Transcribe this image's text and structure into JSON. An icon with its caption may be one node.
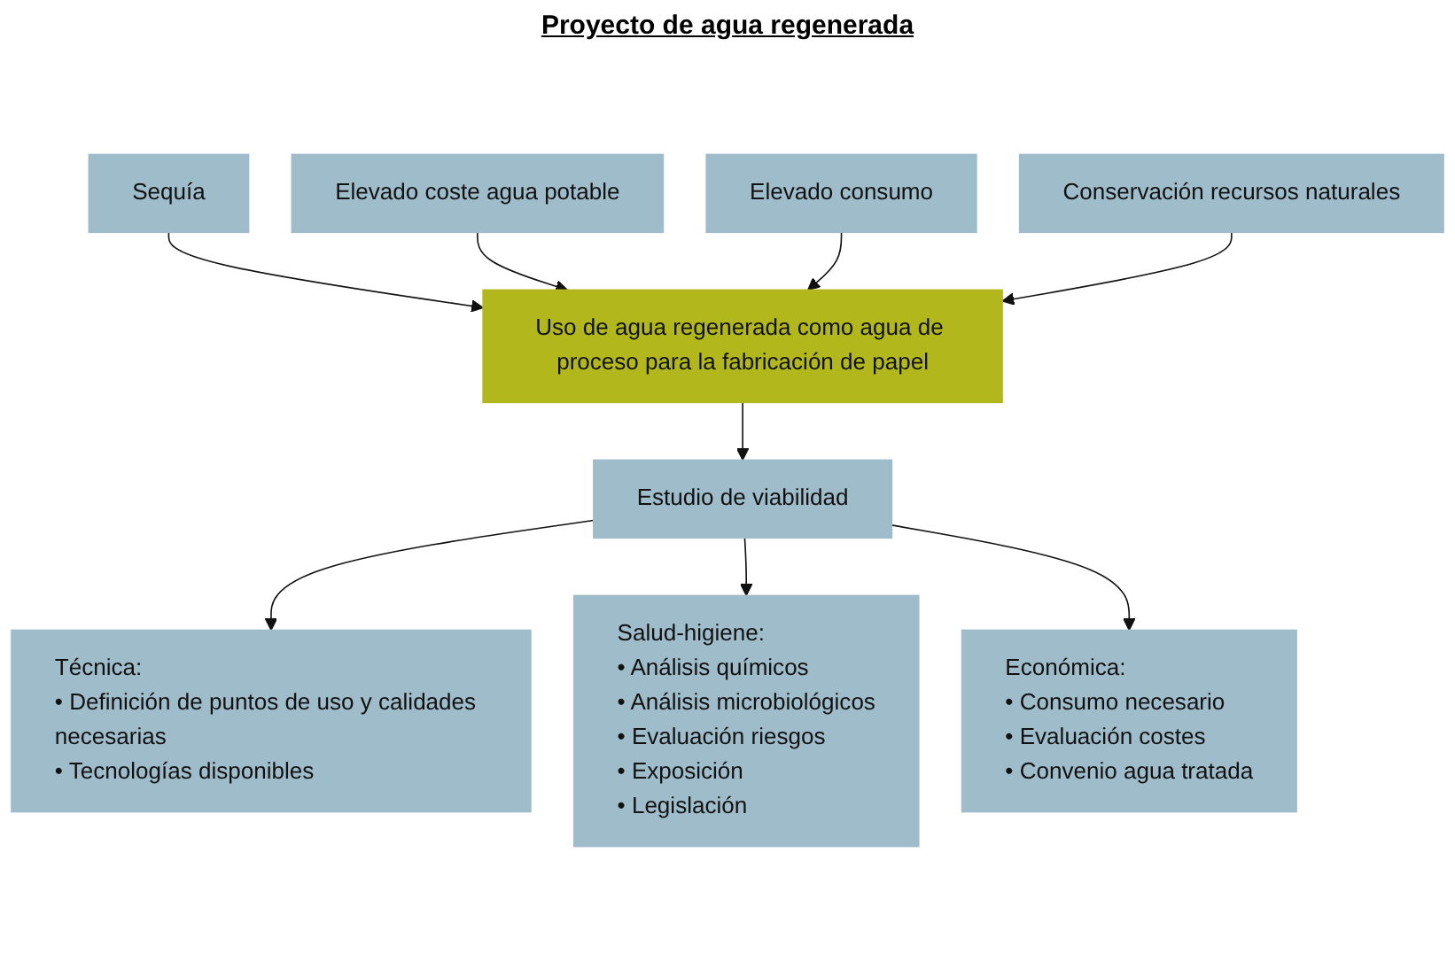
{
  "diagram": {
    "title": "Proyecto de agua regenerada",
    "nodes": [
      {
        "text": [
          "Sequía"
        ]
      },
      {
        "text": [
          "Elevado coste agua potable"
        ]
      },
      {
        "text": [
          "Elevado consumo"
        ]
      },
      {
        "text": [
          "Conservación recursos naturales"
        ]
      },
      {
        "text": [
          "Uso de agua regenerada como agua de proceso para la fabricación de papel"
        ]
      },
      {
        "text": [
          "Estudio de viabilidad"
        ]
      },
      {
        "text": [
          "Técnica:",
          "• Definición de puntos de uso y calidades necesarias",
          "• Tecnologías disponibles"
        ]
      },
      {
        "text": [
          "Salud-higiene:",
          "• Análisis químicos",
          "• Análisis microbiológicos",
          "• Evaluación riesgos",
          "• Exposición",
          "• Legislación"
        ]
      },
      {
        "text": [
          "Económica:",
          "• Consumo necesario",
          "• Evaluación costes",
          "• Convenio agua tratada"
        ]
      }
    ],
    "edges": [
      {
        "from": 0,
        "to": 4,
        "arrow": "to"
      },
      {
        "from": 1,
        "to": 4,
        "arrow": "to"
      },
      {
        "from": 2,
        "to": 4,
        "arrow": "to"
      },
      {
        "from": 3,
        "to": 4,
        "arrow": "to"
      },
      {
        "from": 4,
        "to": 5,
        "arrow": "to"
      },
      {
        "from": 5,
        "to": 6,
        "arrow": "to"
      },
      {
        "from": 5,
        "to": 7,
        "arrow": "to"
      },
      {
        "from": 5,
        "to": 8,
        "arrow": "to"
      }
    ]
  }
}
